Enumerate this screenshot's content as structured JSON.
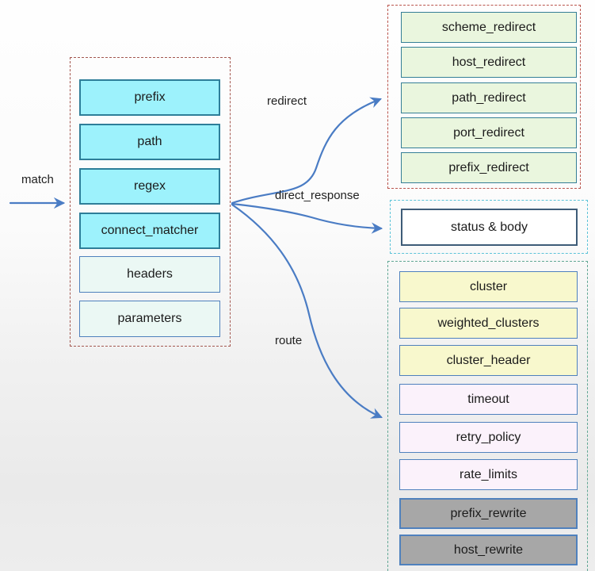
{
  "labels": {
    "match": "match",
    "redirect": "redirect",
    "direct_response": "direct_response",
    "route": "route"
  },
  "groups": {
    "match": {
      "items": [
        "prefix",
        "path",
        "regex",
        "connect_matcher",
        "headers",
        "parameters"
      ]
    },
    "redirect": {
      "items": [
        "scheme_redirect",
        "host_redirect",
        "path_redirect",
        "port_redirect",
        "prefix_redirect"
      ]
    },
    "direct_response": {
      "items": [
        "status & body"
      ]
    },
    "route": {
      "items": [
        "cluster",
        "weighted_clusters",
        "cluster_header",
        "timeout",
        "retry_policy",
        "rate_limits",
        "prefix_rewrite",
        "host_rewrite"
      ]
    }
  },
  "colors": {
    "arrow": "#4a7cc4",
    "cyan_fill": "#9df2fc",
    "teal_border": "#2e7e99",
    "pale_cyan_fill": "#ebf8f4",
    "green_fill": "#eaf6de",
    "yellow_fill": "#f8f8cd",
    "pink_fill": "#fbf2fb",
    "gray_fill": "#a7a7a7",
    "white_fill": "#ffffff",
    "blue_border": "#4f81bd",
    "match_group_border": "#a3574f",
    "redirect_group_border": "#b9544c",
    "direct_response_group_border": "#5cc3d8",
    "route_group_border": "#61a794"
  }
}
